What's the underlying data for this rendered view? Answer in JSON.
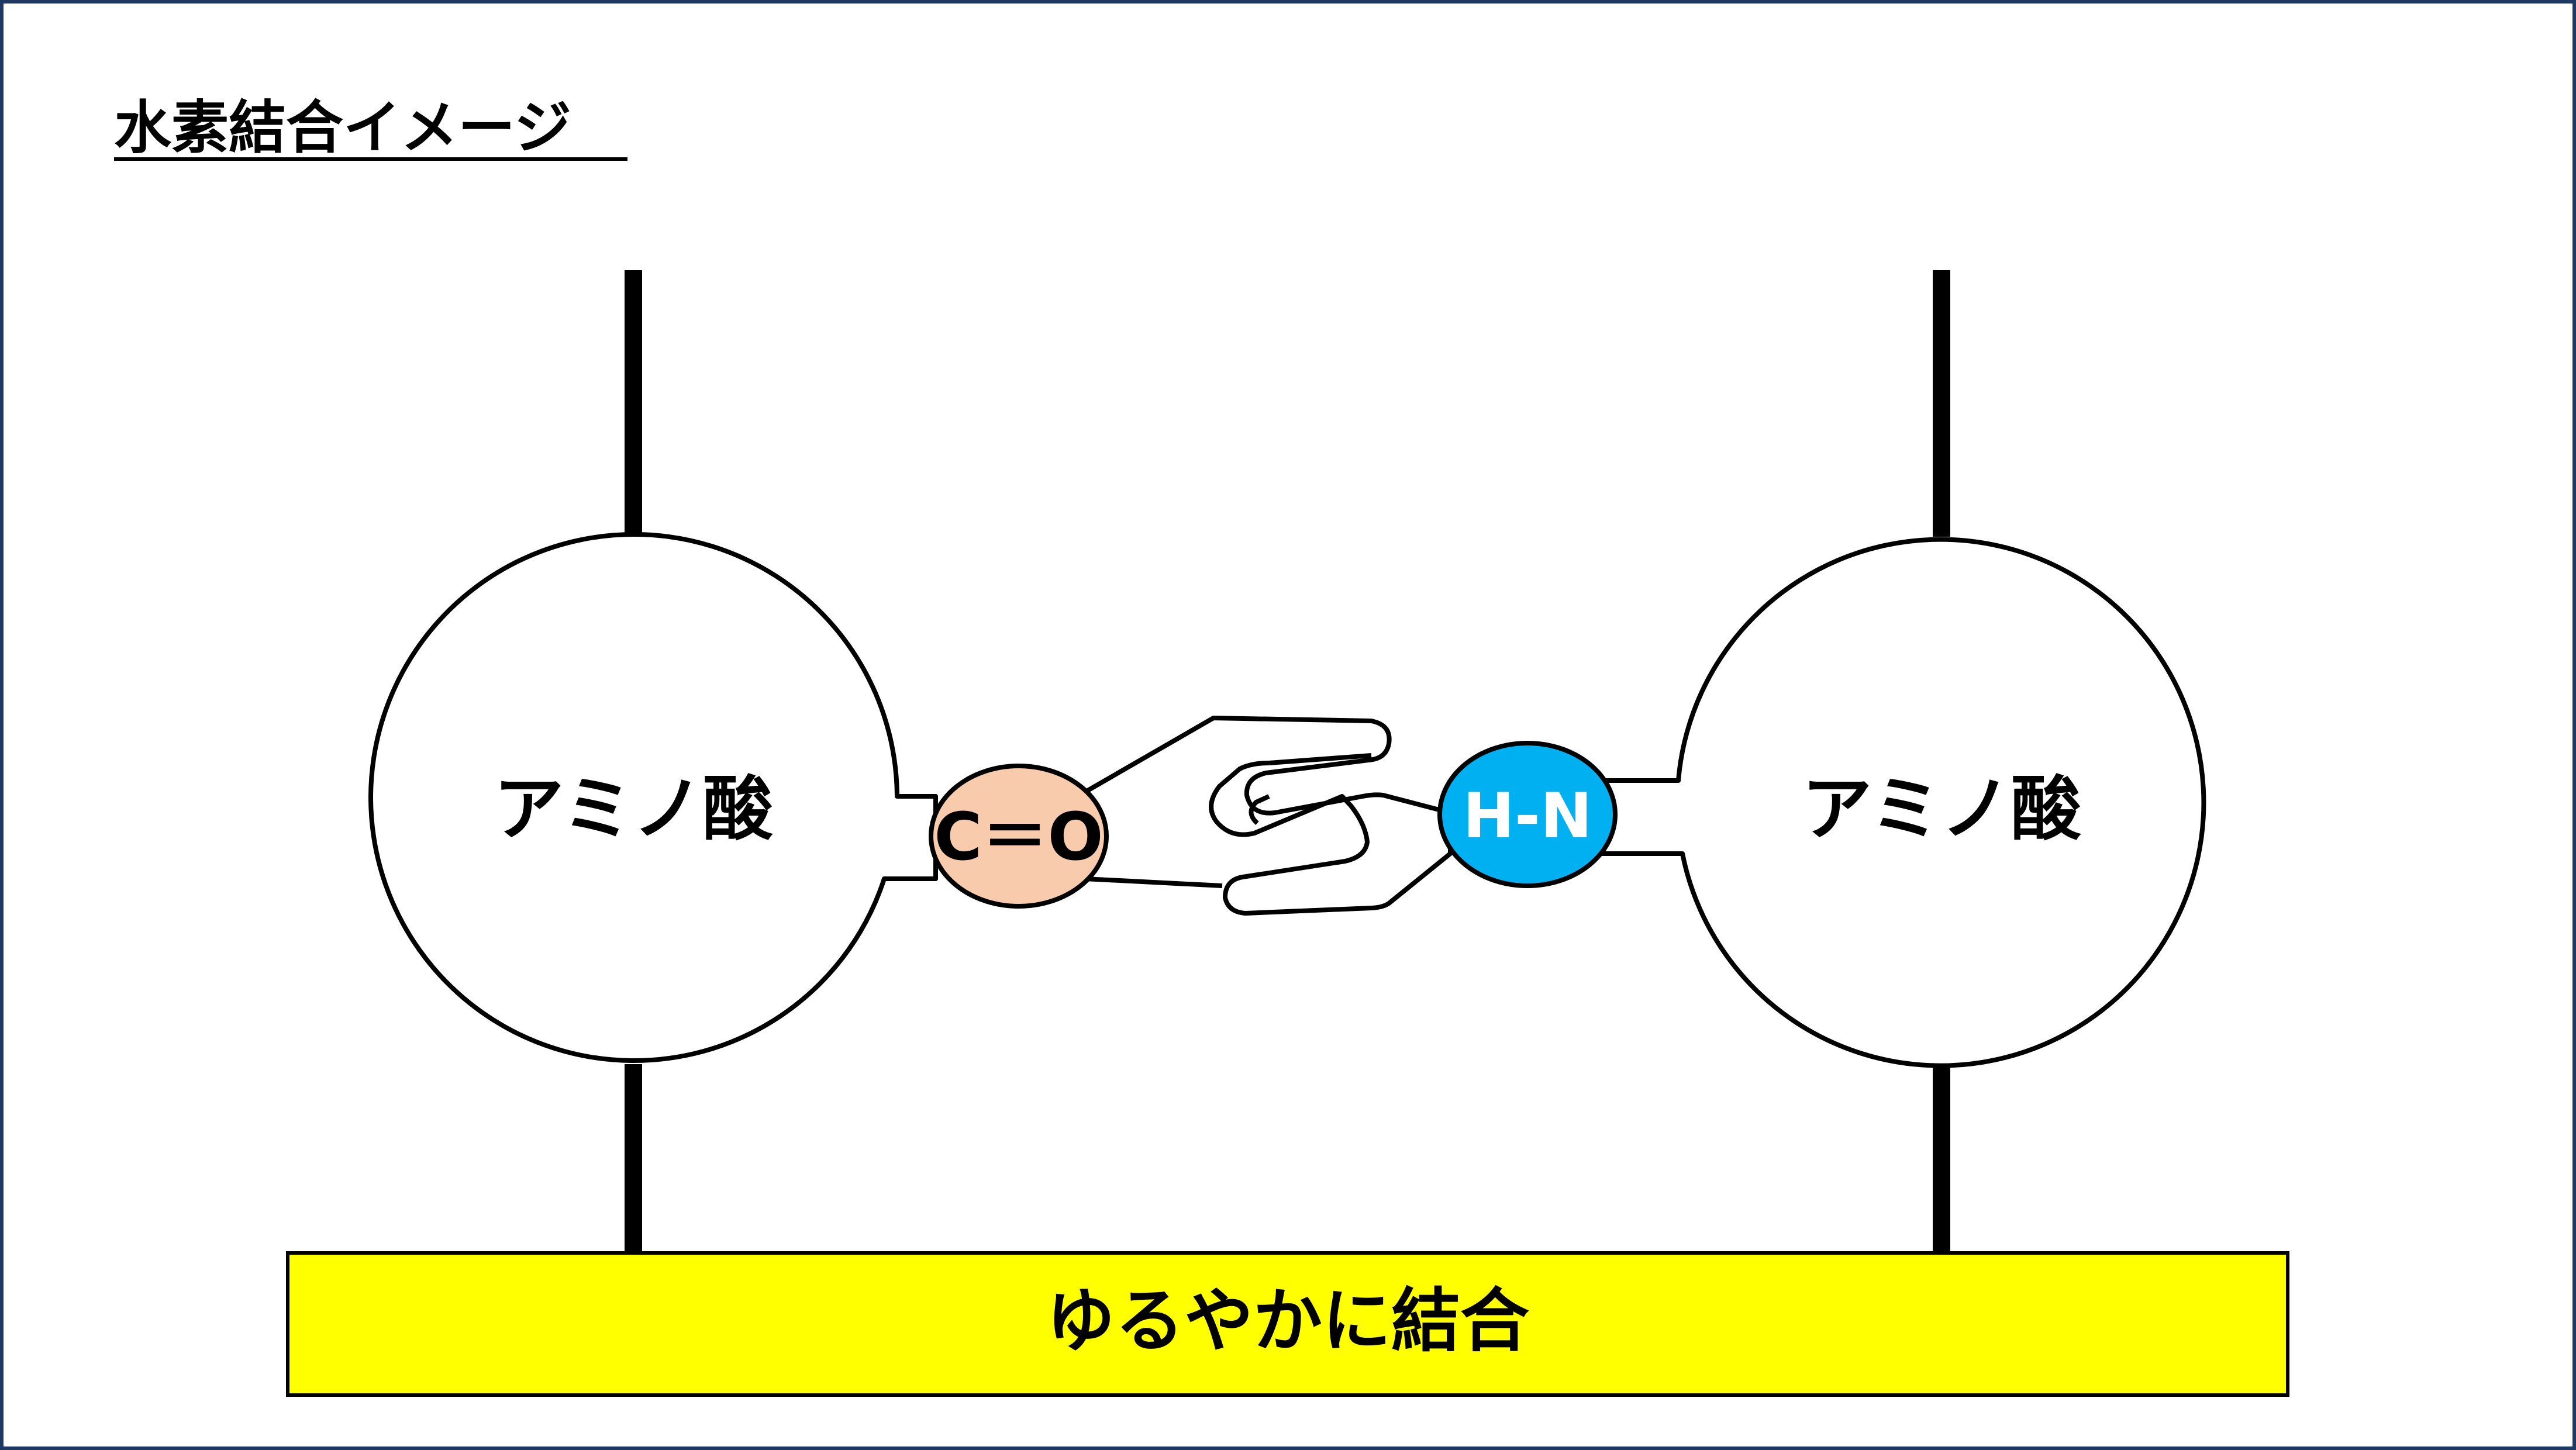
{
  "title": "水素結合イメージ",
  "left_molecule": {
    "label": "アミノ酸"
  },
  "right_molecule": {
    "label": "アミノ酸"
  },
  "carbonyl_group": {
    "label": "C＝O",
    "fill": "#F8CBAD"
  },
  "amine_group": {
    "label": "H-N",
    "fill": "#00B0F0",
    "text_color": "#FFFFFF"
  },
  "bond_banner": {
    "label": "ゆるやかに結合",
    "fill": "#FFFF00"
  },
  "colors": {
    "frame": "#1F3864",
    "stroke": "#000000",
    "background": "#FFFFFF"
  }
}
